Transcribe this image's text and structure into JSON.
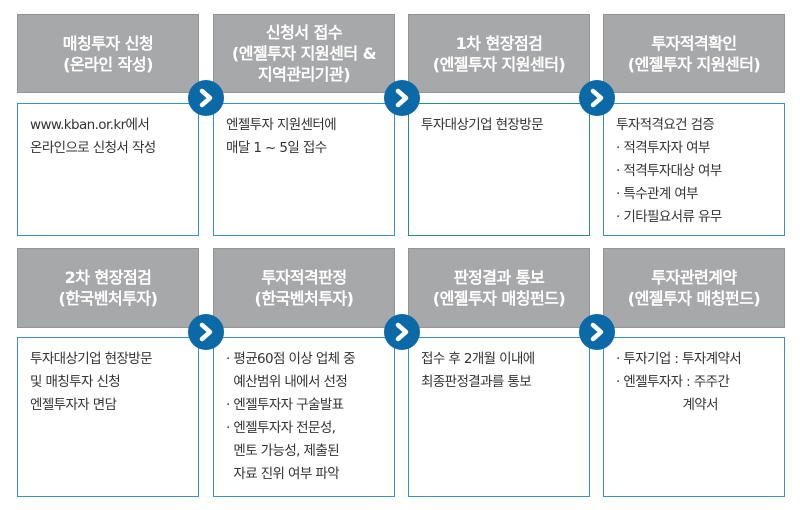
{
  "steps": [
    {
      "title": [
        "매칭투자 신청",
        "(온라인 작성)"
      ],
      "body": [
        "www.kban.or.kr에서",
        "온라인으로 신청서 작성"
      ]
    },
    {
      "title": [
        "신청서 접수",
        "(엔젤투자 지원센터 &",
        "지역관리기관)"
      ],
      "body": [
        "엔젤투자 지원센터에",
        "매달 1 ~ 5일 접수"
      ]
    },
    {
      "title": [
        "1차 현장점검",
        "(엔젤투자 지원센터)"
      ],
      "body": [
        "투자대상기업 현장방문"
      ]
    },
    {
      "title": [
        "투자적격확인",
        "(엔젤투자 지원센터)"
      ],
      "body": [
        "투자적격요건 검증",
        "· 적격투자자 여부",
        "· 적격투자대상 여부",
        "· 특수관계 여부",
        "· 기타필요서류 유무"
      ]
    },
    {
      "title": [
        "2차 현장점검",
        "(한국벤처투자)"
      ],
      "body": [
        "투자대상기업 현장방문",
        "및 매칭투자 신청",
        "엔젤투자자 면담"
      ]
    },
    {
      "title": [
        "투자적격판정",
        "(한국벤처투자)"
      ],
      "body": [
        "· 평균60점 이상 업체 중",
        "  예산범위 내에서 선정",
        "· 엔젤투자자 구술발표",
        "· 엔젤투자자 전문성,",
        "  멘토 가능성, 제출된",
        "  자료 진위 여부 파악"
      ]
    },
    {
      "title": [
        "판정결과 통보",
        "(엔젤투자 매칭펀드)"
      ],
      "body": [
        "접수 후 2개월 이내에",
        "최종판정결과를 통보"
      ]
    },
    {
      "title": [
        "투자관련계약",
        "(엔젤투자 매칭펀드)"
      ],
      "body": [
        "· 투자기업 : 투자계약서",
        "· 엔젤투자자 : 주주간",
        "                  계약서"
      ]
    }
  ],
  "colors": {
    "header": "#a7a8aa",
    "border": "#3a8fc7",
    "green_border": "#2f8f6f",
    "arrow": "#0b69a8"
  },
  "icons": {
    "arrow": "chevron-right-circle"
  }
}
